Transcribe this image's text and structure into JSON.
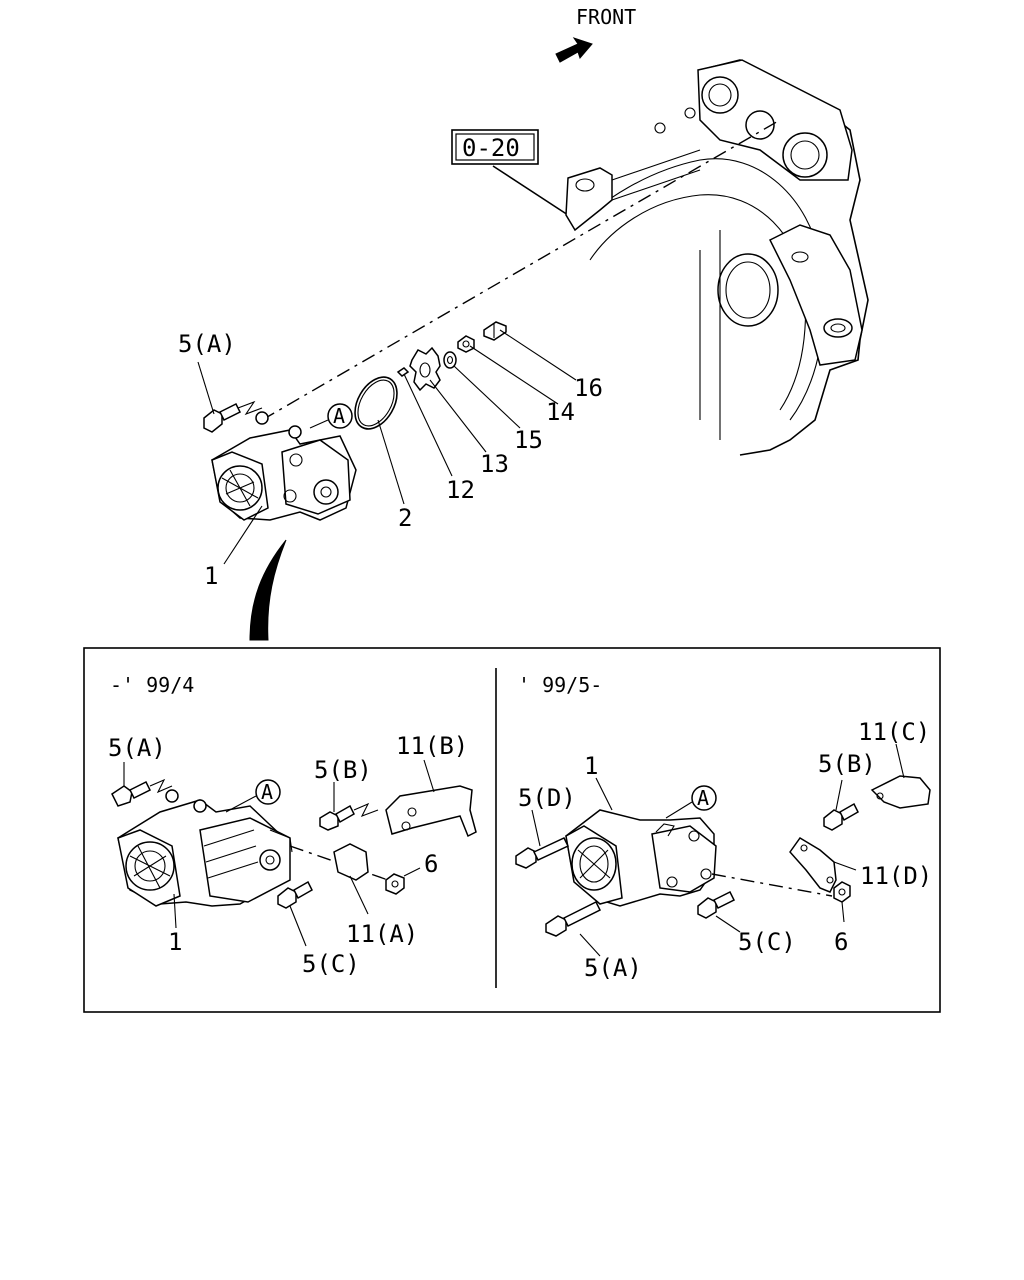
{
  "diagram": {
    "front_label": "FRONT",
    "ref_box": "0-20",
    "ref_circle": "A",
    "main_labels": {
      "p1": "1",
      "p2": "2",
      "p5a": "5(A)",
      "p12": "12",
      "p13": "13",
      "p14": "14",
      "p15": "15",
      "p16": "16"
    },
    "left_panel": {
      "period": "-' 99/4",
      "p1": "1",
      "p5a": "5(A)",
      "p5b": "5(B)",
      "p5c": "5(C)",
      "p6": "6",
      "p11a": "11(A)",
      "p11b": "11(B)",
      "ref_circle": "A"
    },
    "right_panel": {
      "period": "' 99/5-",
      "p1": "1",
      "p5a": "5(A)",
      "p5b": "5(B)",
      "p5c": "5(C)",
      "p5d": "5(D)",
      "p6": "6",
      "p11c": "11(C)",
      "p11d": "11(D)",
      "ref_circle": "A"
    }
  }
}
